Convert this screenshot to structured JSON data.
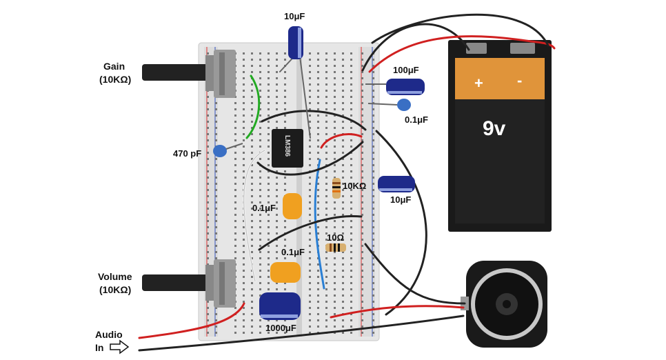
{
  "labels": {
    "gain_title": "Gain",
    "gain_value": "(10KΩ)",
    "volume_title": "Volume",
    "volume_value": "(10KΩ)",
    "audio_line1": "Audio",
    "audio_line2": "In",
    "cap_470pf": "470 pF",
    "cap_10uf_top": "10μF",
    "cap_100uf": "100μF",
    "cap_01uf_right": "0.1μF",
    "res_10k": "10KΩ",
    "cap_10uf_mid": "10μF",
    "cap_01uf_orange": "0.1μF",
    "res_10ohm": "10Ω",
    "cap_01uf_lower": "0.1μF",
    "cap_1000uf": "1000μF",
    "chip": "LM386",
    "battery_voltage": "9v",
    "battery_plus": "+",
    "battery_minus": "-"
  },
  "colors": {
    "breadboard": "#e8e8e8",
    "rail_red": "#e03030",
    "rail_blue": "#3050c0",
    "wire_red": "#d02020",
    "wire_black": "#222222",
    "wire_blue": "#2a7fd4",
    "wire_green": "#22aa22",
    "wire_white": "#f4f4f4",
    "cap_electrolytic": "#1e2a8a",
    "cap_ceramic_blue": "#3a6fc4",
    "cap_orange": "#f0a020",
    "battery_body": "#1a1a1a",
    "battery_gold": "#e0943a"
  }
}
